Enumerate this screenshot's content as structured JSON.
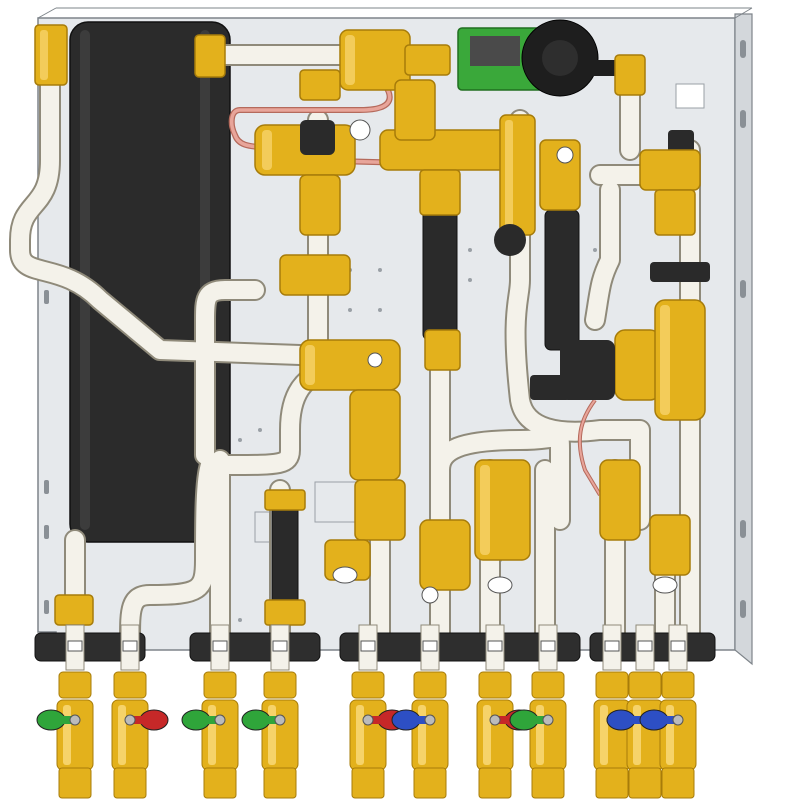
{
  "colors": {
    "background": "#ffffff",
    "panel": "#e6e9ec",
    "panel_edge": "#7e848a",
    "pipe": "#f4f2ea",
    "pipe_edge": "#8f8a7a",
    "brass": "#e3b11c",
    "brass_dark": "#a77c0a",
    "brass_light": "#f6d36a",
    "exchanger": "#2b2b2b",
    "hose": "#2a2a2a",
    "pump": "#3aa83a",
    "pump_dark": "#206f20",
    "manifold_block": "#2e2e2e",
    "copper_wire": "#e8a59a",
    "valve_handle_green": "#2fa53a",
    "valve_handle_red": "#c62828",
    "valve_handle_blue": "#2d4fc4"
  },
  "icons": {
    "pump": "circulation-pump-icon",
    "heat_exchanger": "plate-heat-exchanger-icon",
    "ball_valve": "ball-valve-icon",
    "filter": "y-strainer-icon",
    "mixing_valve": "mixing-valve-icon"
  },
  "bottom_valves": [
    {
      "handle": "green",
      "outlet": "left"
    },
    {
      "handle": "red",
      "outlet": "right"
    },
    {
      "handle": "green",
      "outlet": "left"
    },
    {
      "handle": "green",
      "outlet": "left"
    },
    {
      "handle": "red",
      "outlet": "right"
    },
    {
      "handle": "blue",
      "outlet": "left"
    },
    {
      "handle": "red",
      "outlet": "right"
    },
    {
      "handle": "green",
      "outlet": "left"
    },
    {
      "handle": "red",
      "outlet": "right"
    },
    {
      "handle": "blue",
      "outlet": "left"
    },
    {
      "handle": "blue",
      "outlet": "left"
    }
  ]
}
